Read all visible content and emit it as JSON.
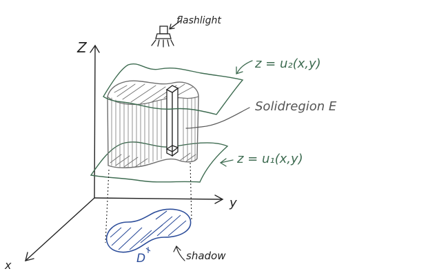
{
  "axes": {
    "z_label": "Z",
    "y_label": "y",
    "x_label": "x"
  },
  "labels": {
    "flashlight": "flashlight",
    "upper_surface": "z = u₂(x,y)",
    "solid_region": "Solidregion E",
    "lower_surface": "z = u₁(x,y)",
    "shadow": "shadow",
    "region_D": "D"
  },
  "colors": {
    "ink": "#222222",
    "surface_green": "#3d6b50",
    "solid_gray": "#6e6e6e",
    "shadow_blue": "#2c4d9a"
  }
}
